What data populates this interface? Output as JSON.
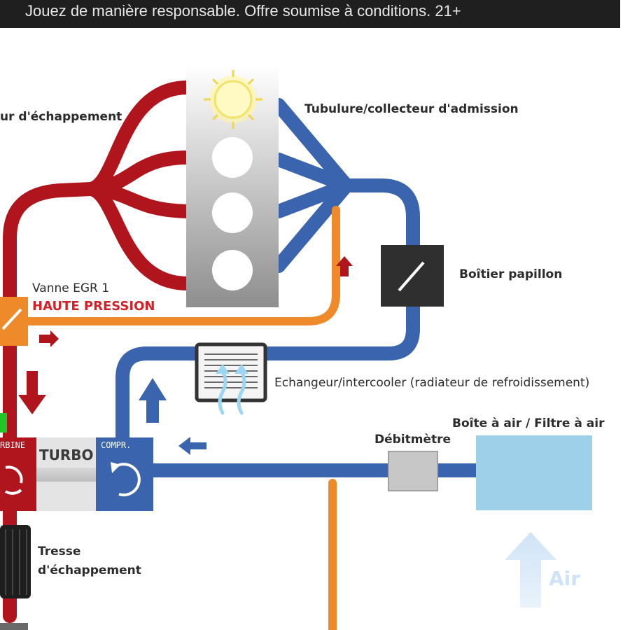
{
  "banner": {
    "text": "Jouez de manière responsable. Offre soumise à conditions. 21+"
  },
  "labels": {
    "exhaust_manifold": "ur d'échappement",
    "intake_manifold": "Tubulure/collecteur d'admission",
    "egr_valve": "Vanne EGR 1",
    "high_pressure": "HAUTE PRESSION",
    "throttle": "Boîtier papillon",
    "intercooler": "Echangeur/intercooler (radiateur de refroidissement)",
    "airbox": "Boîte à air / Filtre à air",
    "flowmeter": "Débitmètre",
    "turbo": "TURBO",
    "turbine": "RBINE",
    "compressor": "COMPR.",
    "braid_line1": "Tresse",
    "braid_line2": "d'échappement",
    "air": "Air"
  },
  "colors": {
    "exhaust": "#b0141c",
    "intake": "#3a64ad",
    "egr": "#ef8a2b",
    "airbox": "#9fd0ea",
    "arrow_red": "#b0141c",
    "arrow_blue": "#3a64ad"
  }
}
